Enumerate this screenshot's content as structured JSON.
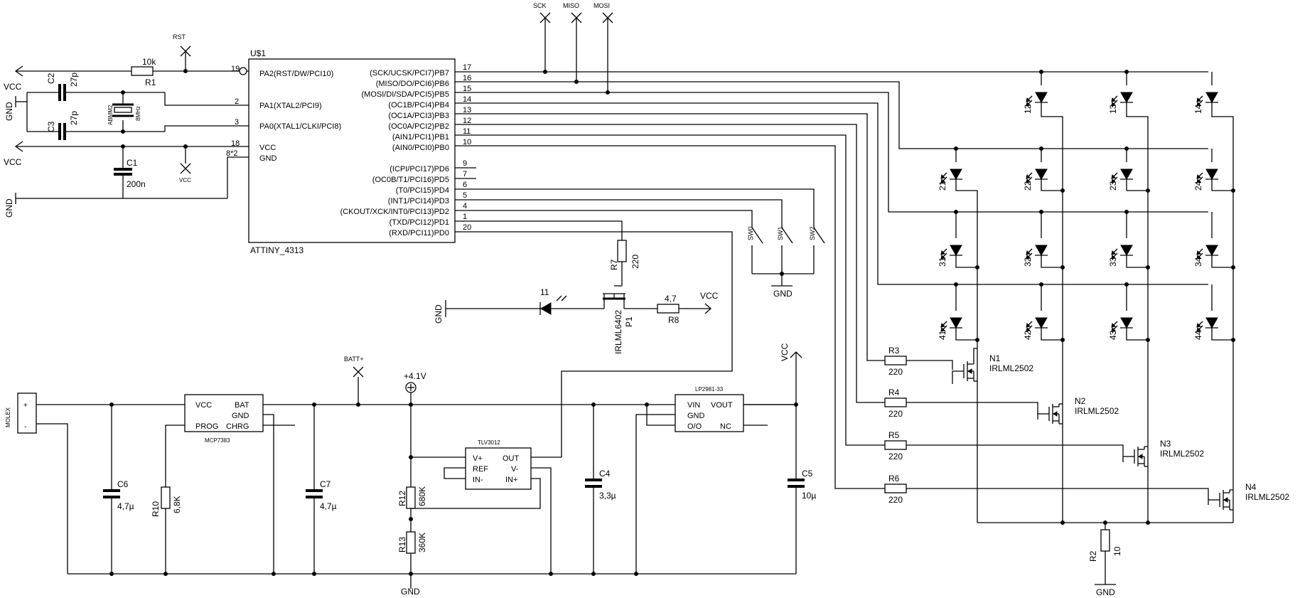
{
  "schematic": {
    "mcu": {
      "name": "U$1",
      "part": "ATTINY_4313",
      "left_pins": [
        {
          "num": "19",
          "label": "PA2(RST/DW/PCI10)"
        },
        {
          "num": "2",
          "label": "PA1(XTAL2/PCI9)"
        },
        {
          "num": "3",
          "label": "PA0(XTAL1/CLKI/PCI8)"
        },
        {
          "num": "18",
          "label": "VCC"
        },
        {
          "num": "8*2",
          "label": "GND"
        }
      ],
      "right_pins": [
        {
          "num": "17",
          "label": "(SCK/UCSK/PCI7)PB7"
        },
        {
          "num": "16",
          "label": "(MISO/DO/PCI6)PB6"
        },
        {
          "num": "15",
          "label": "(MOSI/DI/SDA/PCI5)PB5"
        },
        {
          "num": "14",
          "label": "(OC1B/PCI4)PB4"
        },
        {
          "num": "13",
          "label": "(OC1A/PCI3)PB3"
        },
        {
          "num": "12",
          "label": "(OC0A/PCI2)PB2"
        },
        {
          "num": "11",
          "label": "(AIN1/PCI1)PB1"
        },
        {
          "num": "10",
          "label": "(AIN0/PCI0)PB0"
        },
        {
          "num": "9",
          "label": "(ICPI/PCI17)PD6"
        },
        {
          "num": "7",
          "label": "(OC0B/T1/PCI16)PD5"
        },
        {
          "num": "6",
          "label": "(T0/PCI15)PD4"
        },
        {
          "num": "5",
          "label": "(INT1/PCI14)PD3"
        },
        {
          "num": "4",
          "label": "(CKOUT/XCK/INT0/PCI13)PD2"
        },
        {
          "num": "1",
          "label": "(TXD/PCI12)PD1"
        },
        {
          "num": "20",
          "label": "(RXD/PCI11)PD0"
        }
      ]
    },
    "nets": {
      "vcc": "VCC",
      "gnd": "GND",
      "rst": "RST",
      "sck": "SCK",
      "miso": "MISO",
      "mosi": "MOSI",
      "batt": "BATT+",
      "v41": "+4.1V",
      "vcc_small": "VCC"
    },
    "parts": {
      "c2": "C2",
      "c2v": "27p",
      "c3": "C3",
      "c3v": "27p",
      "xtal": "ABMM2",
      "xtalv": "8MHz",
      "r1": "R1",
      "r1v": "10k",
      "c1": "C1",
      "c1v": "200n",
      "r7": "R7",
      "r7v": "220",
      "led11": "11",
      "p1": "P1",
      "p1v": "IRLML6402",
      "r8": "R8",
      "r8v": "4,7",
      "sw0": "SW0",
      "sw1": "SW1",
      "sw2": "SW2",
      "molex": "MOLEX",
      "molex_plus": "+",
      "molex_minus": "-",
      "mcp": "MCP7383",
      "mcp_vcc": "VCC",
      "mcp_bat": "BAT",
      "mcp_gnd": "GND",
      "mcp_prog": "PROG",
      "mcp_chrg": "CHRG",
      "c6": "C6",
      "c6v": "4,7µ",
      "r10": "R10",
      "r10v": "6,8K",
      "c7": "C7",
      "c7v": "4,7µ",
      "r12": "R12",
      "r12v": "680K",
      "r13": "R13",
      "r13v": "360K",
      "tlv": "TLV3012",
      "tlv_vp": "V+",
      "tlv_ref": "REF",
      "tlv_inm": "IN-",
      "tlv_out": "OUT",
      "tlv_vm": "V-",
      "tlv_inp": "IN+",
      "c4": "C4",
      "c4v": "3,3µ",
      "lp": "LP2981-33",
      "lp_vin": "VIN",
      "lp_vout": "VOUT",
      "lp_gnd": "GND",
      "lp_oo": "O/O",
      "lp_nc": "NC",
      "c5": "C5",
      "c5v": "10µ",
      "r3": "R3",
      "r4": "R4",
      "r5": "R5",
      "r6": "R6",
      "rv": "220",
      "n1": "N1",
      "n2": "N2",
      "n3": "N3",
      "n4": "N4",
      "nv": "IRLML2502",
      "r2": "R2",
      "r2v": "10"
    },
    "led_matrix": [
      [
        "12",
        "13",
        "14"
      ],
      [
        "21",
        "22",
        "23",
        "24"
      ],
      [
        "31",
        "32",
        "33",
        "34"
      ],
      [
        "41",
        "42",
        "43",
        "44"
      ]
    ]
  }
}
